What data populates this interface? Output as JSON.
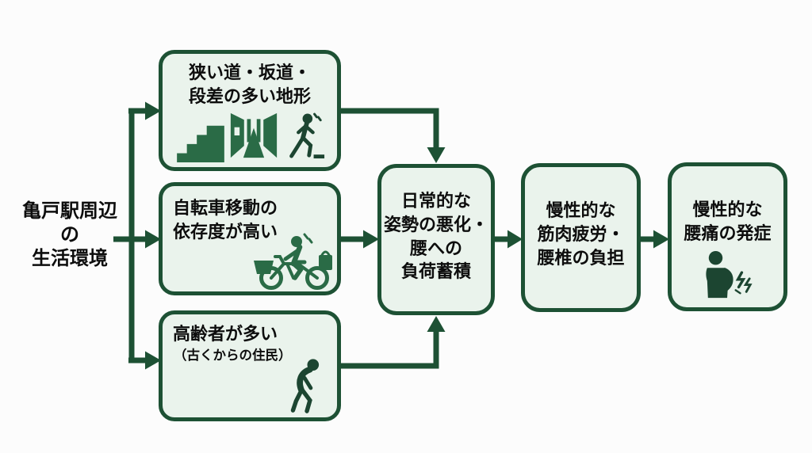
{
  "diagram": {
    "source": {
      "label": "亀戸駅周辺\nの\n生活環境"
    },
    "causes": [
      {
        "title": "狭い道・坂道・\n段差の多い地形",
        "icons": [
          "stairs-icon",
          "narrow-alley-icon",
          "stumbling-walker-icon"
        ]
      },
      {
        "title": "自転車移動の\n依存度が高い",
        "icons": [
          "bicycle-rider-icon"
        ]
      },
      {
        "title": "高齢者が多い",
        "subtitle": "（古くからの住民）",
        "icons": [
          "elderly-walker-icon"
        ]
      }
    ],
    "intermediate": {
      "title": "日常的な\n姿勢の悪化・\n腰への\n負荷蓄積"
    },
    "effect": {
      "title": "慢性的な\n筋肉疲労・\n腰椎の負担"
    },
    "outcome": {
      "title": "慢性的な\n腰痛の発症",
      "icons": [
        "back-pain-icon"
      ]
    }
  },
  "colors": {
    "background": "#fcfcfc",
    "box_fill": "#eaf3ec",
    "box_border": "#1d5134",
    "connector": "#1d5134",
    "icon_green": "#2a6b46",
    "figure_dark": "#1c4531",
    "text": "#0d0d0d"
  }
}
